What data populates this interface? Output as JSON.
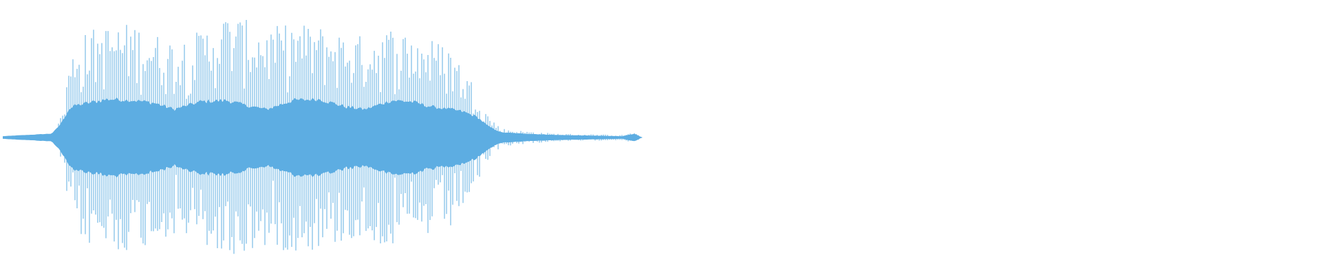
{
  "waveform": {
    "color": "#5DADE2",
    "background": "#FFFFFF",
    "duration_fraction": 0.485,
    "envelope": [
      {
        "t": 0.0,
        "peak": 0.0,
        "core": 0.01
      },
      {
        "t": 0.037,
        "peak": 0.02,
        "core": 0.03
      },
      {
        "t": 0.042,
        "peak": 0.1,
        "core": 0.08
      },
      {
        "t": 0.046,
        "peak": 0.25,
        "core": 0.14
      },
      {
        "t": 0.05,
        "peak": 0.55,
        "core": 0.22
      },
      {
        "t": 0.055,
        "peak": 0.72,
        "core": 0.25
      },
      {
        "t": 0.065,
        "peak": 0.83,
        "core": 0.27
      },
      {
        "t": 0.08,
        "peak": 0.86,
        "core": 0.3
      },
      {
        "t": 0.1,
        "peak": 0.88,
        "core": 0.29
      },
      {
        "t": 0.115,
        "peak": 0.8,
        "core": 0.27
      },
      {
        "t": 0.13,
        "peak": 0.75,
        "core": 0.22
      },
      {
        "t": 0.15,
        "peak": 0.82,
        "core": 0.28
      },
      {
        "t": 0.17,
        "peak": 0.95,
        "core": 0.29
      },
      {
        "t": 0.185,
        "peak": 0.9,
        "core": 0.25
      },
      {
        "t": 0.2,
        "peak": 0.84,
        "core": 0.22
      },
      {
        "t": 0.22,
        "peak": 0.88,
        "core": 0.29
      },
      {
        "t": 0.24,
        "peak": 0.86,
        "core": 0.3
      },
      {
        "t": 0.26,
        "peak": 0.8,
        "core": 0.24
      },
      {
        "t": 0.275,
        "peak": 0.78,
        "core": 0.22
      },
      {
        "t": 0.295,
        "peak": 0.85,
        "core": 0.29
      },
      {
        "t": 0.31,
        "peak": 0.8,
        "core": 0.28
      },
      {
        "t": 0.325,
        "peak": 0.76,
        "core": 0.24
      },
      {
        "t": 0.34,
        "peak": 0.7,
        "core": 0.22
      },
      {
        "t": 0.35,
        "peak": 0.52,
        "core": 0.2
      },
      {
        "t": 0.36,
        "peak": 0.38,
        "core": 0.16
      },
      {
        "t": 0.368,
        "peak": 0.18,
        "core": 0.09
      },
      {
        "t": 0.378,
        "peak": 0.07,
        "core": 0.04
      },
      {
        "t": 0.395,
        "peak": 0.05,
        "core": 0.03
      },
      {
        "t": 0.42,
        "peak": 0.03,
        "core": 0.02
      },
      {
        "t": 0.47,
        "peak": 0.02,
        "core": 0.01
      },
      {
        "t": 0.479,
        "peak": 0.04,
        "core": 0.03
      },
      {
        "t": 0.485,
        "peak": 0.0,
        "core": 0.0
      }
    ]
  }
}
